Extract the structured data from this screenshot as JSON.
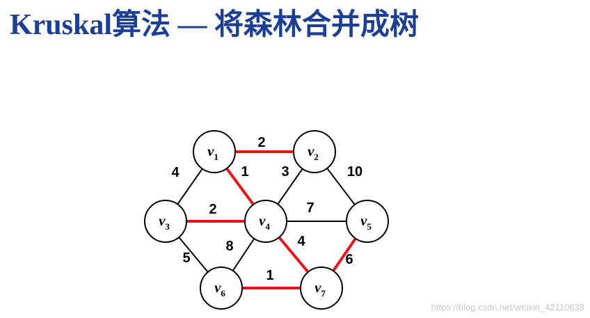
{
  "title": "Kruskal算法 — 将森林合并成树",
  "title_color": "#1c3f94",
  "mst_color": "#e8141c",
  "edge_color": "#000000",
  "watermark": "https://blog.csdn.net/weixin_42110638",
  "graph": {
    "nodes": [
      {
        "id": "v1",
        "base": "v",
        "sub": "1"
      },
      {
        "id": "v2",
        "base": "v",
        "sub": "2"
      },
      {
        "id": "v3",
        "base": "v",
        "sub": "3"
      },
      {
        "id": "v4",
        "base": "v",
        "sub": "4"
      },
      {
        "id": "v5",
        "base": "v",
        "sub": "5"
      },
      {
        "id": "v6",
        "base": "v",
        "sub": "6"
      },
      {
        "id": "v7",
        "base": "v",
        "sub": "7"
      }
    ],
    "edges": [
      {
        "from": "v1",
        "to": "v2",
        "weight": "2",
        "in_tree": true
      },
      {
        "from": "v1",
        "to": "v3",
        "weight": "4",
        "in_tree": false
      },
      {
        "from": "v1",
        "to": "v4",
        "weight": "1",
        "in_tree": true
      },
      {
        "from": "v2",
        "to": "v4",
        "weight": "3",
        "in_tree": false
      },
      {
        "from": "v2",
        "to": "v5",
        "weight": "10",
        "in_tree": false
      },
      {
        "from": "v3",
        "to": "v4",
        "weight": "2",
        "in_tree": true
      },
      {
        "from": "v4",
        "to": "v5",
        "weight": "7",
        "in_tree": false
      },
      {
        "from": "v3",
        "to": "v6",
        "weight": "5",
        "in_tree": false
      },
      {
        "from": "v4",
        "to": "v6",
        "weight": "8",
        "in_tree": false
      },
      {
        "from": "v4",
        "to": "v7",
        "weight": "4",
        "in_tree": true
      },
      {
        "from": "v5",
        "to": "v7",
        "weight": "6",
        "in_tree": true
      },
      {
        "from": "v6",
        "to": "v7",
        "weight": "1",
        "in_tree": true
      }
    ]
  }
}
